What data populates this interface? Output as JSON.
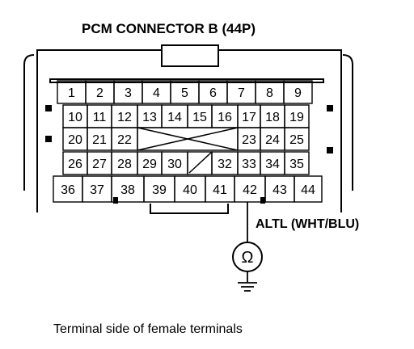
{
  "title": "PCM CONNECTOR B (44P)",
  "rows": [
    [
      "1",
      "2",
      "3",
      "4",
      "5",
      "6",
      "7",
      "8",
      "9"
    ],
    [
      "10",
      "11",
      "12",
      "13",
      "14",
      "15",
      "16",
      "17",
      "18",
      "19"
    ],
    [
      "20",
      "21",
      "22",
      "23",
      "24",
      "25"
    ],
    [
      "26",
      "27",
      "28",
      "29",
      "30",
      "32",
      "33",
      "34",
      "35"
    ],
    [
      "36",
      "37",
      "38",
      "39",
      "40",
      "41",
      "42",
      "43",
      "44"
    ]
  ],
  "callout": {
    "terminal": "42",
    "label": "ALTL (WHT/BLU)",
    "meter_symbol": "Ω",
    "meter": "ohmmeter-icon",
    "ground": "ground-icon"
  },
  "caption": "Terminal side of female terminals"
}
